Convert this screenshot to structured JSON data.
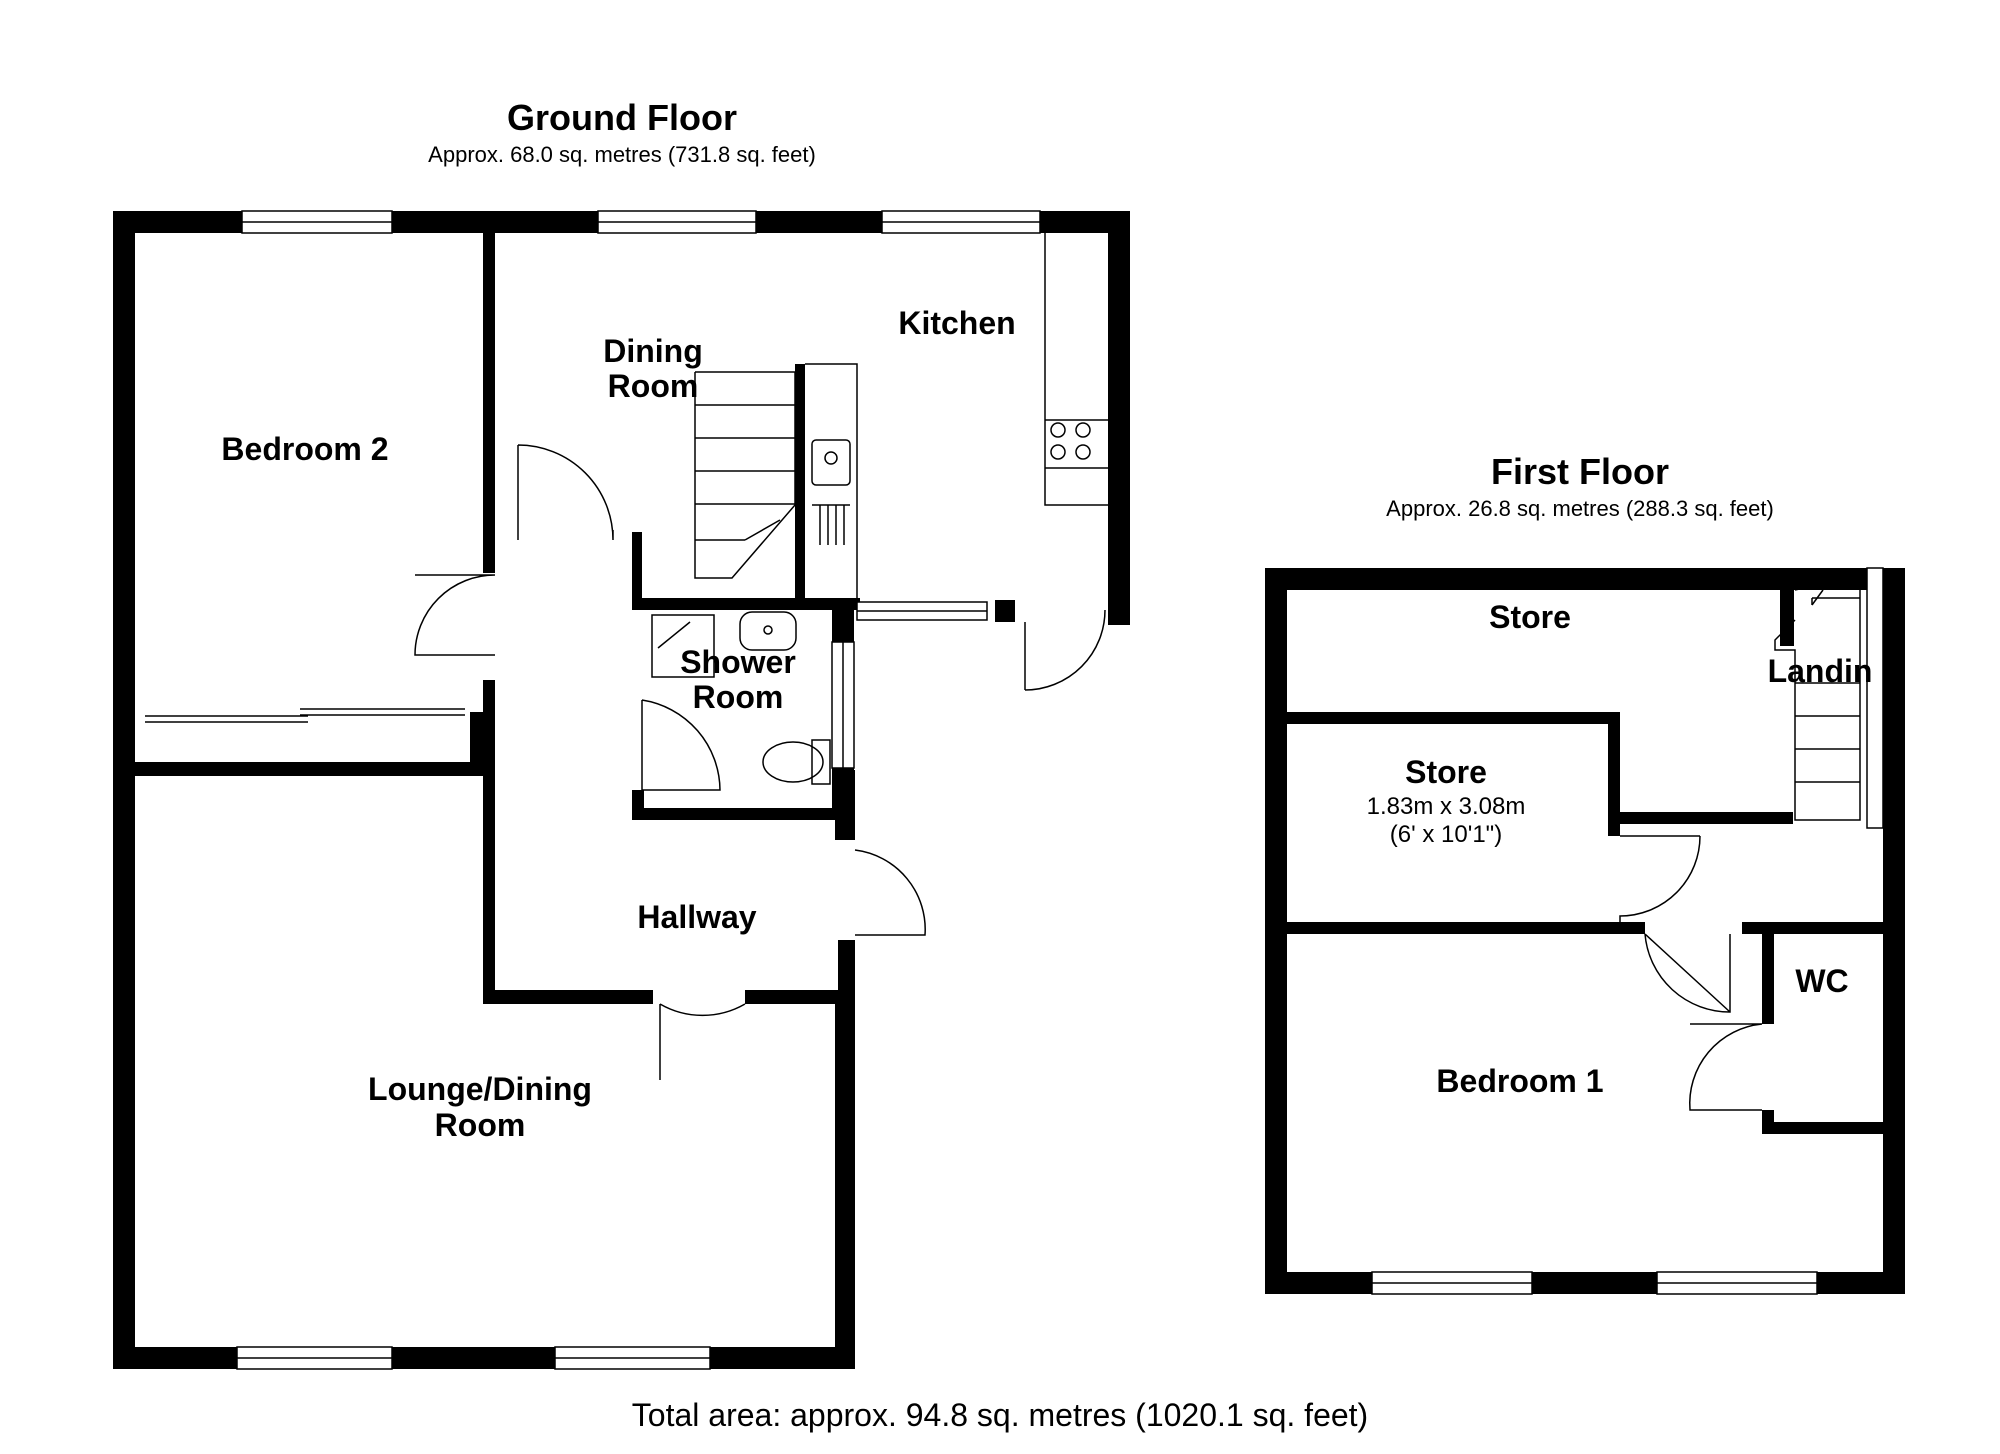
{
  "ground_floor": {
    "title": "Ground Floor",
    "area": "Approx. 68.0 sq. metres (731.8 sq. feet)",
    "rooms": {
      "bedroom2": "Bedroom 2",
      "dining_line1": "Dining",
      "dining_line2": "Room",
      "kitchen": "Kitchen",
      "shower_line1": "Shower",
      "shower_line2": "Room",
      "hallway": "Hallway",
      "lounge_line1": "Lounge/Dining",
      "lounge_line2": "Room"
    }
  },
  "first_floor": {
    "title": "First Floor",
    "area": "Approx. 26.8 sq. metres (288.3 sq. feet)",
    "rooms": {
      "store_top": "Store",
      "landing": "Landin",
      "store_mid": "Store",
      "store_mid_dim_m": "1.83m x 3.08m",
      "store_mid_dim_ft": "(6' x 10'1\")",
      "wc": "WC",
      "bedroom1": "Bedroom 1"
    }
  },
  "total_area": "Total area: approx. 94.8 sq. metres (1020.1 sq. feet)"
}
